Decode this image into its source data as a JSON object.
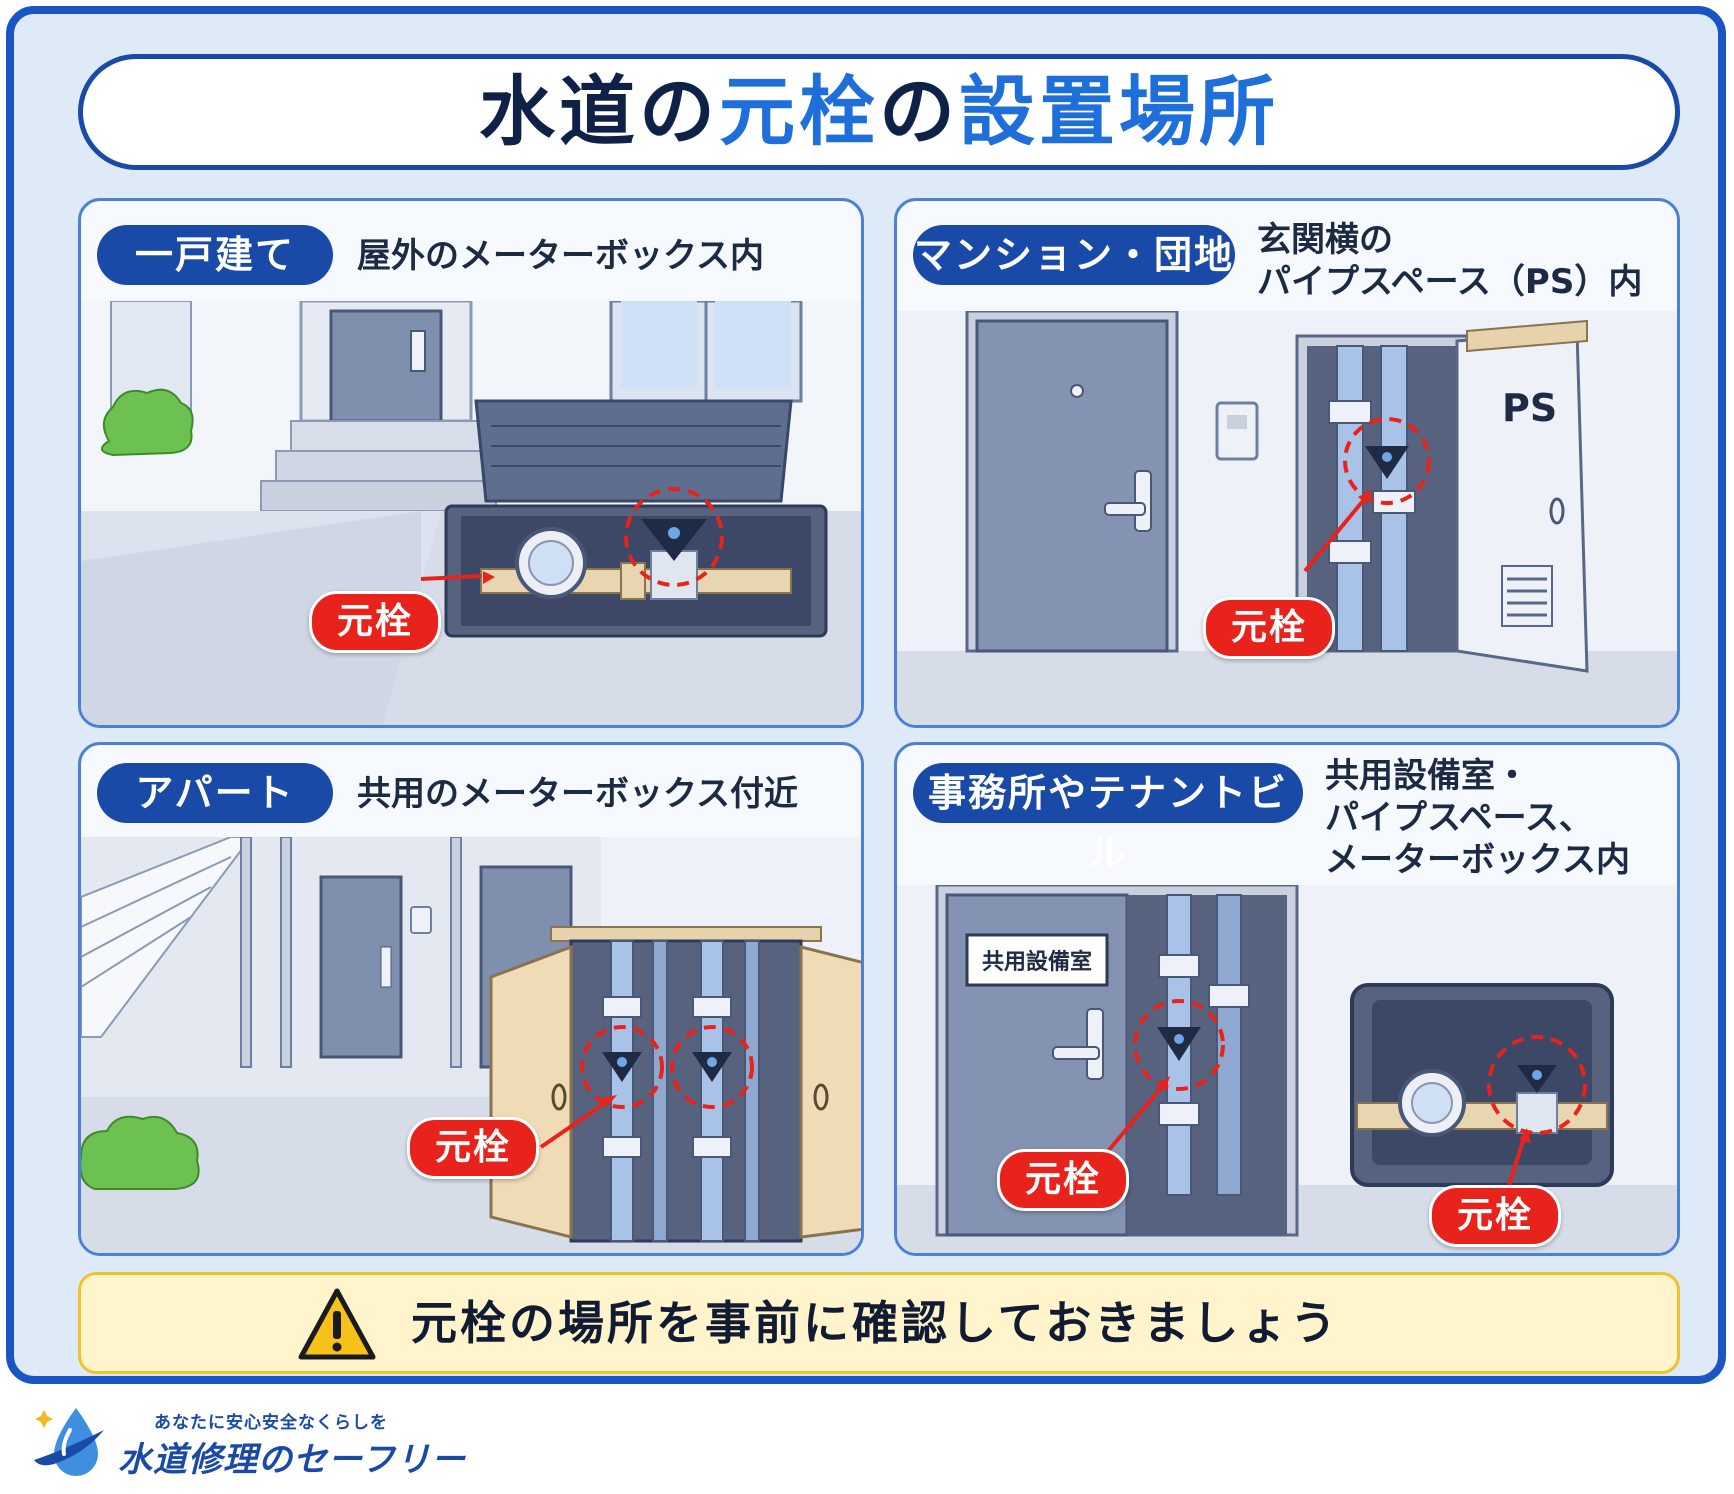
{
  "title": {
    "part1": "水道の",
    "part2": "元栓",
    "part3": "の",
    "part4": "設置場所"
  },
  "panels": [
    {
      "category": "一戸建て",
      "location_lines": [
        "屋外のメーターボックス内"
      ],
      "valve_tags": [
        "元栓"
      ]
    },
    {
      "category": "マンション・団地",
      "location_lines": [
        "玄関横の",
        "パイプスペース（PS）内"
      ],
      "valve_tags": [
        "元栓"
      ],
      "door_sign": "PS"
    },
    {
      "category": "アパート",
      "location_lines": [
        "共用のメーターボックス付近"
      ],
      "valve_tags": [
        "元栓"
      ]
    },
    {
      "category": "事務所やテナントビル",
      "location_lines": [
        "共用設備室・",
        "パイプスペース、",
        "メーターボックス内"
      ],
      "valve_tags": [
        "元栓",
        "元栓"
      ],
      "room_sign": "共用設備室"
    }
  ],
  "notice": {
    "icon": "warning-triangle-icon",
    "text": "元栓の場所を事前に確認しておきましょう"
  },
  "brand": {
    "tagline": "あなたに安心安全なくらしを",
    "name": "水道修理のセーフリー",
    "icon": "water-drop-logo-icon"
  },
  "colors": {
    "accent_blue": "#1a4aa8",
    "title_highlight": "#1e6fd9",
    "valve_tag_red": "#e8231c",
    "notice_yellow": "#fff4cc"
  }
}
